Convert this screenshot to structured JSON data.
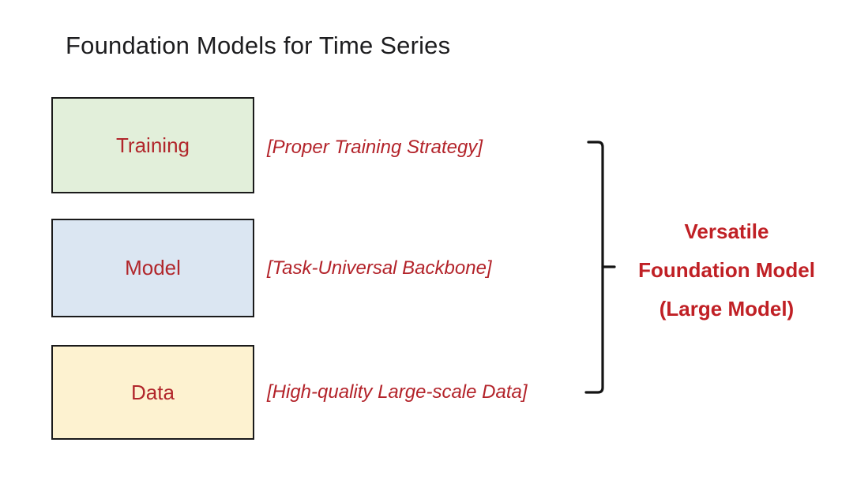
{
  "title": "Foundation Models for Time Series",
  "rows": [
    {
      "label": "Training",
      "annotation": "[Proper Training Strategy]",
      "fill": "#e2efda"
    },
    {
      "label": "Model",
      "annotation": "[Task-Universal Backbone]",
      "fill": "#dbe6f2"
    },
    {
      "label": "Data",
      "annotation": "[High-quality Large-scale Data]",
      "fill": "#fdf2d0"
    }
  ],
  "result": {
    "line1": "Versatile",
    "line2": "Foundation Model",
    "line3": "(Large Model)"
  },
  "colors": {
    "red_label": "#b1262b",
    "red_annotation": "#b3232a",
    "red_result": "#c02025",
    "box_border": "#1a1a1a",
    "bracket": "#141414",
    "title_color": "#1d1d1f",
    "background": "#ffffff"
  }
}
